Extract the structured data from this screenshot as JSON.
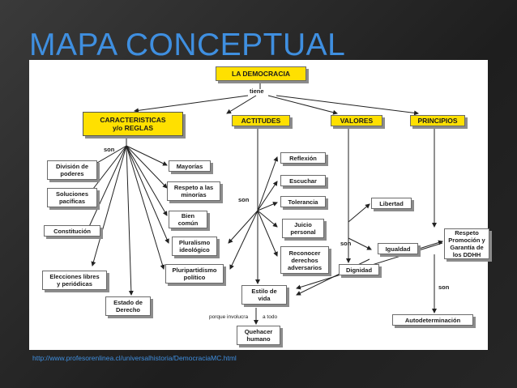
{
  "slide": {
    "title": "MAPA CONCEPTUAL",
    "source_url": "http://www.profesorenlinea.cl/universalhistoria/DemocraciaMC.html"
  },
  "diagram": {
    "root": "LA DEMOCRACIA",
    "link_tiene": "tiene",
    "categories": {
      "caracteristicas": "CARACTERISTICAS\ny/o REGLAS",
      "actitudes": "ACTITUDES",
      "valores": "VALORES",
      "principios": "PRINCIPIOS"
    },
    "link_son": "son",
    "left_items": [
      "División de\npoderes",
      "Soluciones\npacíficas",
      "Constitución",
      "Elecciones libres\ny periódicas",
      "Estado de\nDerecho"
    ],
    "right_items": [
      "Mayorías",
      "Respeto a las\nminorías",
      "Bien\ncomún",
      "Pluralismo\nideológico",
      "Pluripartidismo\npolítico"
    ],
    "actitudes_items": [
      "Reflexión",
      "Escuchar",
      "Tolerancia",
      "Juicio\npersonal",
      "Reconocer\nderechos\nadversarios"
    ],
    "valores_items": [
      "Libertad",
      "Igualdad",
      "Dignidad"
    ],
    "principios_items": [
      "Respeto\nPromoción y\nGarantía de\nlos DDHH",
      "Autodeterminación"
    ],
    "estilo_vida": "Estilo de\nvida",
    "link_porque": "porque involucra",
    "link_a_todo": "a todo",
    "quehacer": "Quehacer\nhumano"
  },
  "colors": {
    "title": "#3f8fe0",
    "highlight": "#ffe000",
    "background": "#2b2b2b"
  }
}
